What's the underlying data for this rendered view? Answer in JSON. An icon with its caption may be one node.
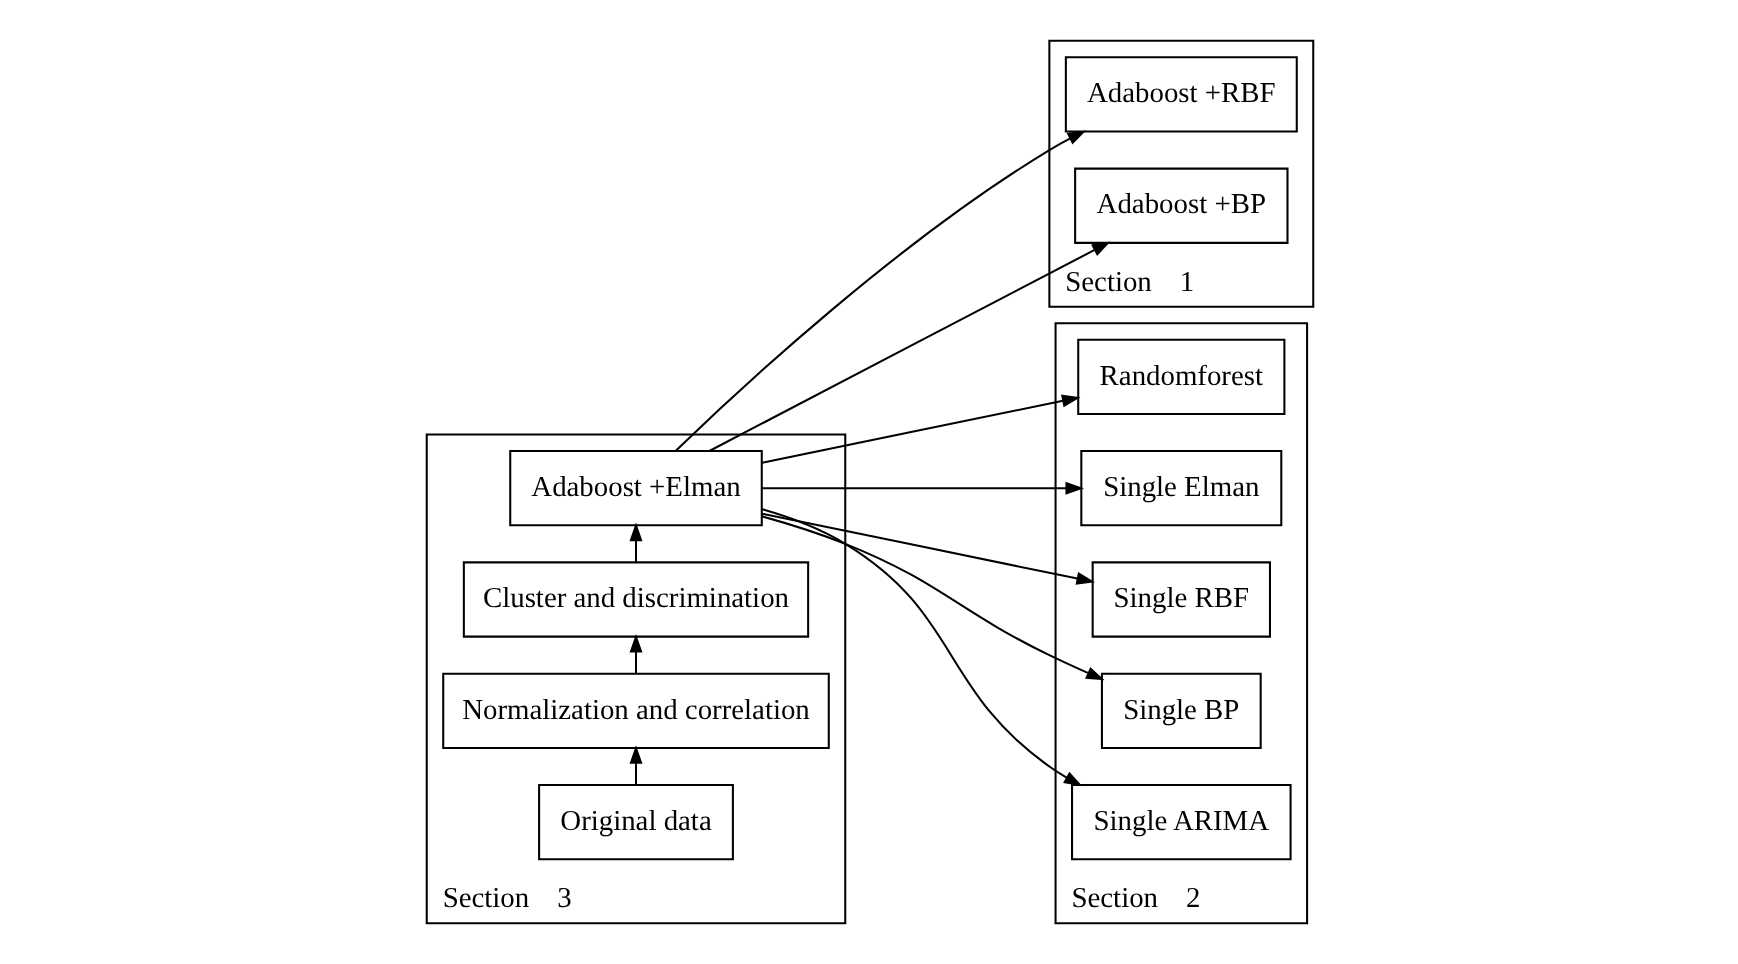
{
  "diagram": {
    "nodes": [
      {
        "text": [
          "Section　3"
        ]
      },
      {
        "text": [
          "Original data"
        ],
        "in": 0
      },
      {
        "text": [
          "Normalization and correlation"
        ],
        "in": 0
      },
      {
        "text": [
          "Cluster and discrimination"
        ],
        "in": 0
      },
      {
        "text": [
          "Adaboost +Elman"
        ],
        "in": 0
      },
      {
        "text": [
          "Section　1"
        ]
      },
      {
        "text": [
          "Adaboost +RBF"
        ],
        "in": 5
      },
      {
        "text": [
          "Adaboost +BP"
        ],
        "in": 5
      },
      {
        "text": [
          "Section　2"
        ]
      },
      {
        "text": [
          "Randomforest"
        ],
        "in": 8
      },
      {
        "text": [
          "Single Elman"
        ],
        "in": 8
      },
      {
        "text": [
          "Single RBF"
        ],
        "in": 8
      },
      {
        "text": [
          "Single BP"
        ],
        "in": 8
      },
      {
        "text": [
          "Single ARIMA"
        ],
        "in": 8
      }
    ],
    "edges": [
      {
        "from": 1,
        "to": 2,
        "arrow": "to"
      },
      {
        "from": 2,
        "to": 3,
        "arrow": "to"
      },
      {
        "from": 3,
        "to": 4,
        "arrow": "to"
      },
      {
        "from": 4,
        "to": 6,
        "arrow": "to"
      },
      {
        "from": 4,
        "to": 7,
        "arrow": "to"
      },
      {
        "from": 4,
        "to": 9,
        "arrow": "to"
      },
      {
        "from": 4,
        "to": 10,
        "arrow": "to"
      },
      {
        "from": 4,
        "to": 11,
        "arrow": "to"
      },
      {
        "from": 4,
        "to": 12,
        "arrow": "to"
      },
      {
        "from": 4,
        "to": 13,
        "arrow": "to"
      }
    ]
  }
}
